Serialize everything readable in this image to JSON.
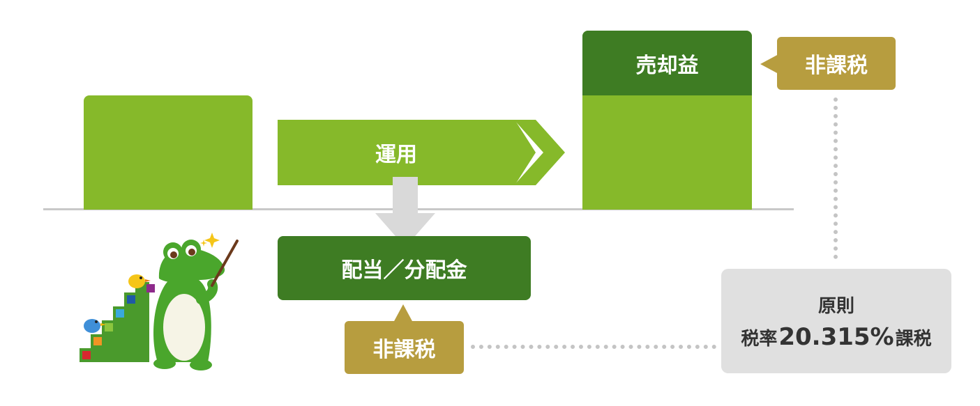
{
  "flow": {
    "operation_label": "運用",
    "sale_gain_label": "売却益",
    "dividend_label": "配当／分配金",
    "sale_tax_label": "非課税",
    "dividend_tax_label": "非課税",
    "principle": {
      "line1": "原則",
      "rate_prefix": "税率",
      "rate_value": "20.315%",
      "rate_suffix": "課税"
    }
  },
  "colors": {
    "light_green": "#86b92a",
    "dark_green": "#3e7c23",
    "gold": "#b79d3f",
    "gray_box": "#e0e0e0",
    "arrow_gray": "#d9d9d9",
    "dotted": "#c4c4c4"
  },
  "mascot": {
    "icon": "crocodile-mascot-icon",
    "accessory": "pointer-stick-icon",
    "birds": [
      "blue-bird-icon",
      "yellow-bird-icon"
    ]
  }
}
